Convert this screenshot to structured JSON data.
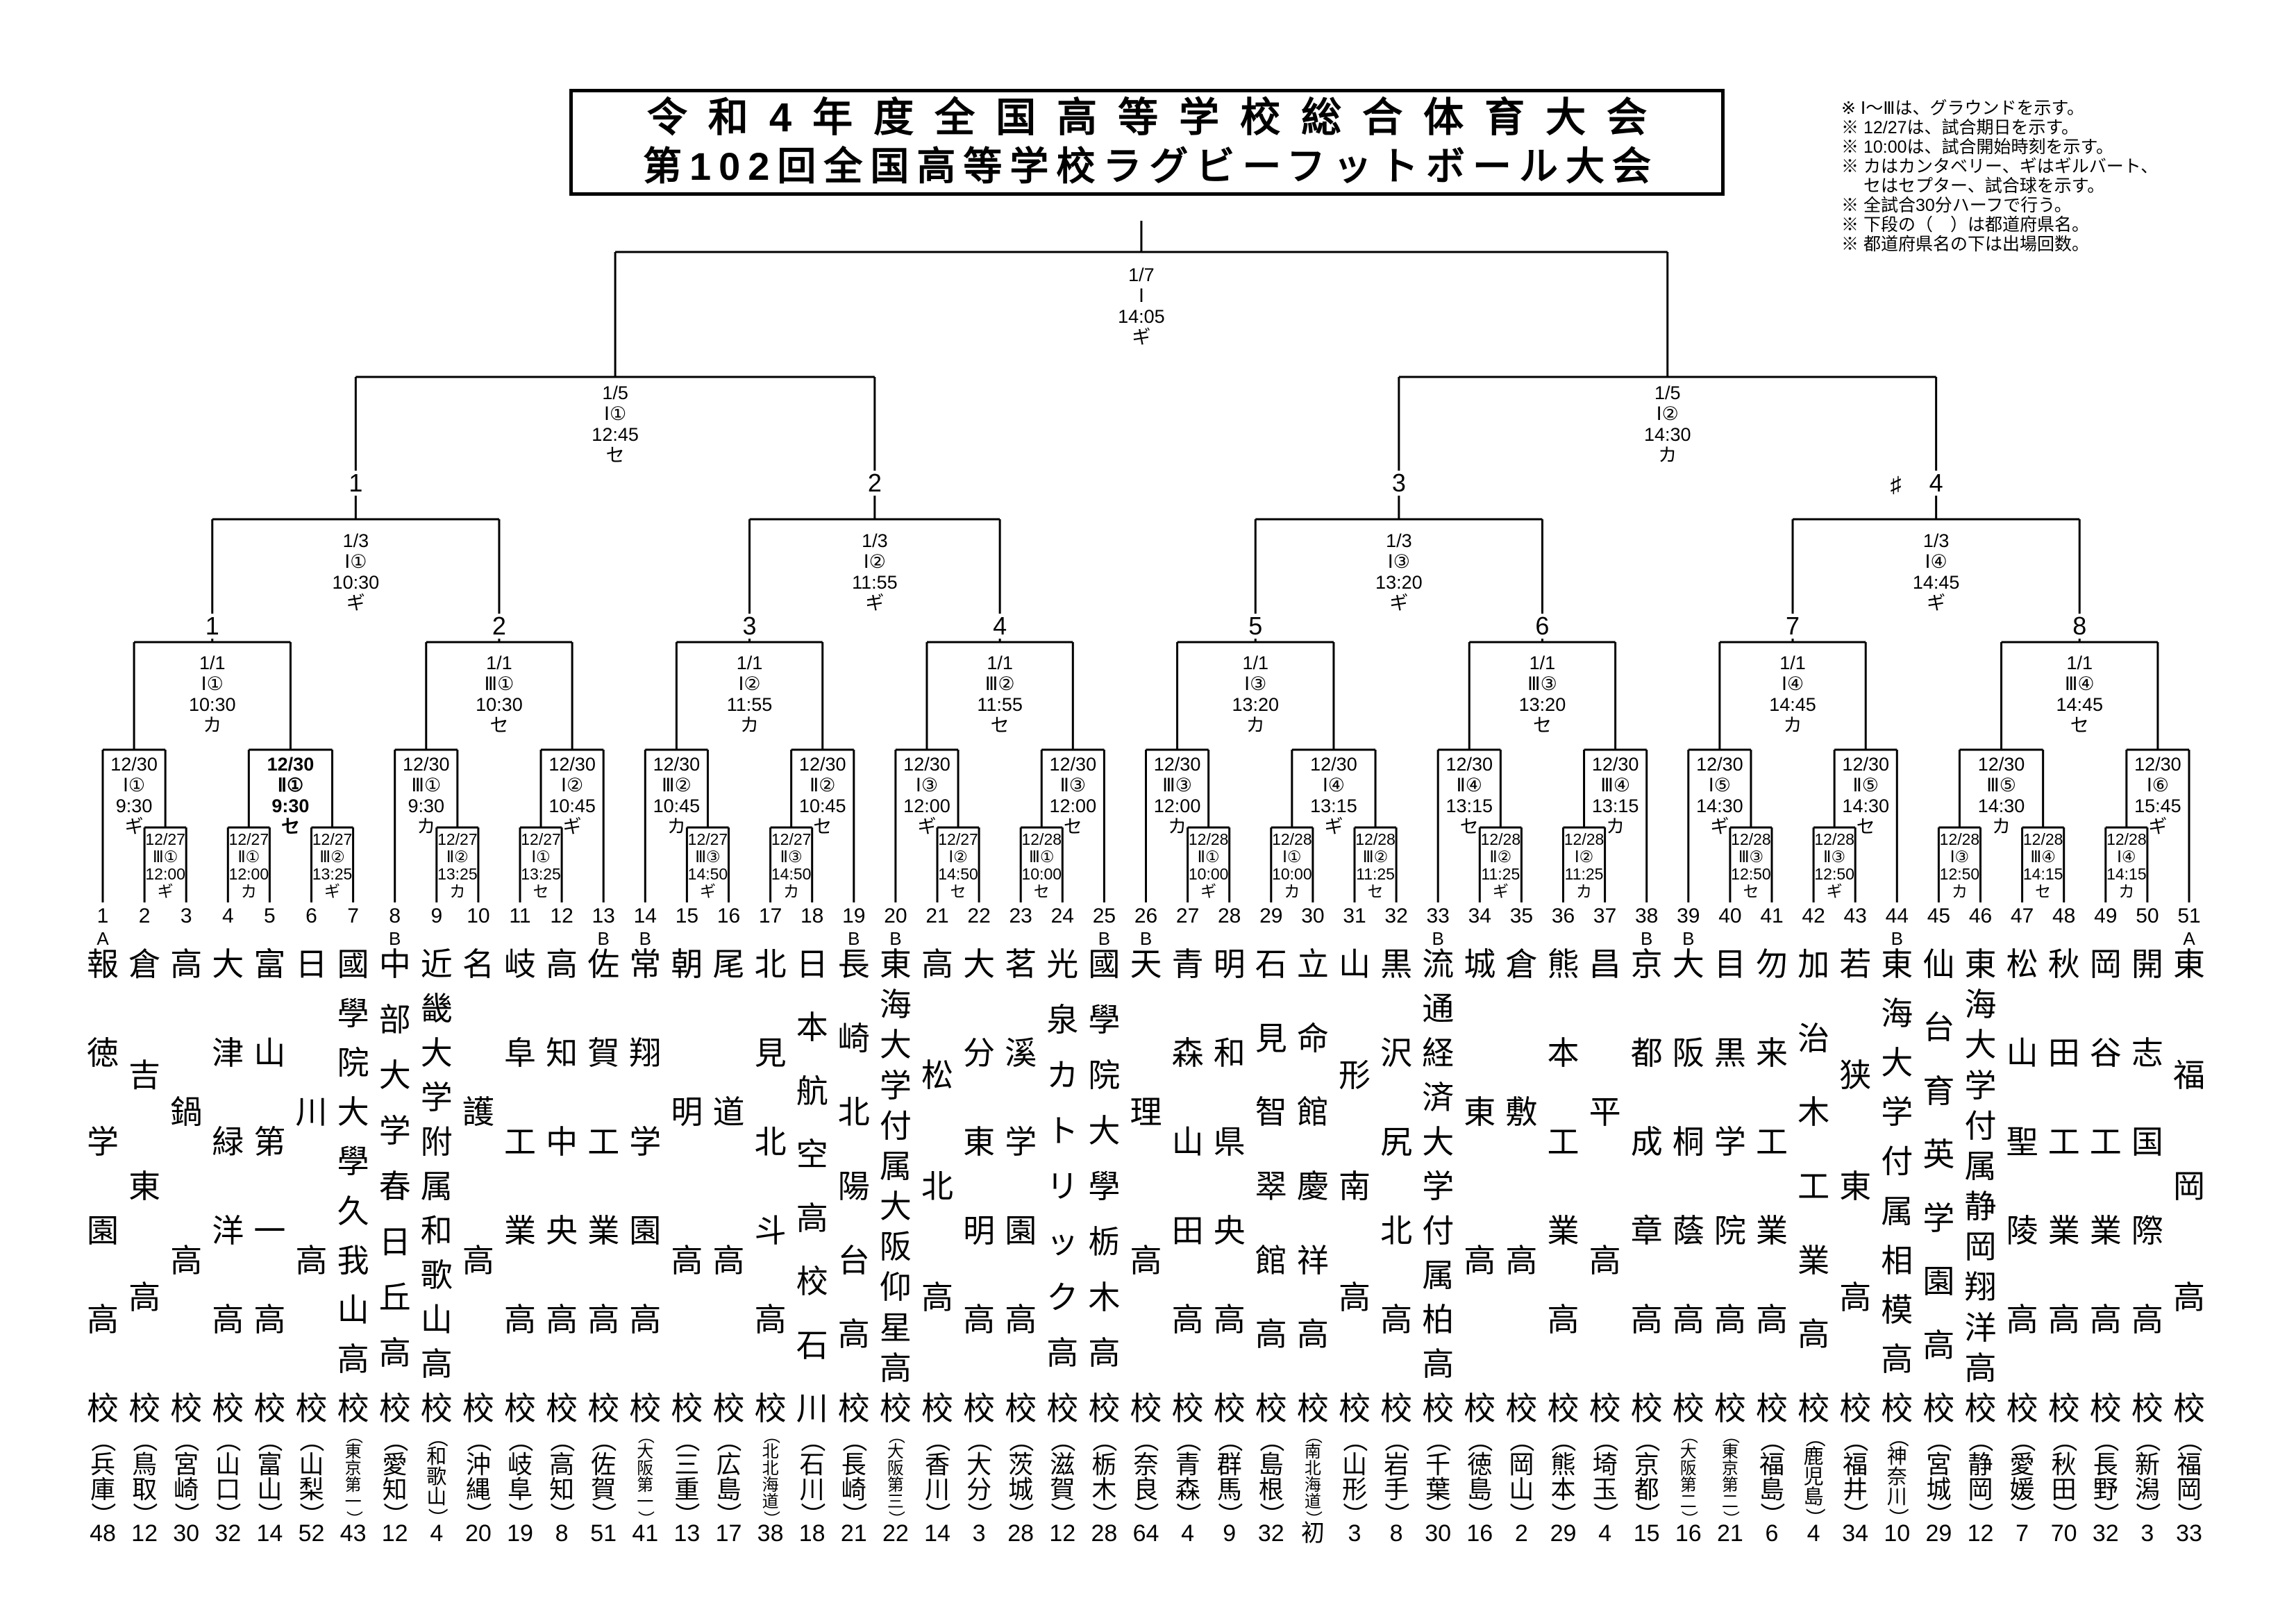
{
  "title": {
    "line1": "令和4年度全国高等学校総合体育大会",
    "line2": "第102回全国高等学校ラグビーフットボール大会"
  },
  "notes": [
    "※ Ⅰ～Ⅲは、グラウンドを示す。",
    "※ 12/27は、試合期日を示す。",
    "※ 10:00は、試合開始時刻を示す。",
    "※ カはカンタベリー、ギはギルバート、",
    "　 セはセプター、試合球を示す。",
    "※ 全試合30分ハーフで行う。",
    "※ 下段の（　）は都道府県名。",
    "※ 都道府県名の下は出場回数。"
  ],
  "final_match": {
    "date": "1/7",
    "ground": "Ⅰ",
    "time": "14:05",
    "ball": "ギ"
  },
  "semifinals": [
    {
      "date": "1/5",
      "ground": "Ⅰ①",
      "time": "12:45",
      "ball": "セ"
    },
    {
      "date": "1/5",
      "ground": "Ⅰ②",
      "time": "14:30",
      "ball": "カ"
    }
  ],
  "quarterfinals": [
    {
      "number": "1",
      "date": "1/3",
      "ground": "Ⅰ①",
      "time": "10:30",
      "ball": "ギ"
    },
    {
      "number": "2",
      "date": "1/3",
      "ground": "Ⅰ②",
      "time": "11:55",
      "ball": "ギ"
    },
    {
      "number": "3",
      "date": "1/3",
      "ground": "Ⅰ③",
      "time": "13:20",
      "ball": "ギ"
    },
    {
      "number": "4",
      "prefix": "♯",
      "date": "1/3",
      "ground": "Ⅰ④",
      "time": "14:45",
      "ball": "ギ"
    }
  ],
  "round_of_16": [
    {
      "number": "1",
      "date": "1/1",
      "ground": "Ⅰ①",
      "time": "10:30",
      "ball": "カ"
    },
    {
      "number": "2",
      "date": "1/1",
      "ground": "Ⅲ①",
      "time": "10:30",
      "ball": "セ"
    },
    {
      "number": "3",
      "date": "1/1",
      "ground": "Ⅰ②",
      "time": "11:55",
      "ball": "カ"
    },
    {
      "number": "4",
      "date": "1/1",
      "ground": "Ⅲ②",
      "time": "11:55",
      "ball": "セ"
    },
    {
      "number": "5",
      "date": "1/1",
      "ground": "Ⅰ③",
      "time": "13:20",
      "ball": "カ"
    },
    {
      "number": "6",
      "date": "1/1",
      "ground": "Ⅲ③",
      "time": "13:20",
      "ball": "セ"
    },
    {
      "number": "7",
      "date": "1/1",
      "ground": "Ⅰ④",
      "time": "14:45",
      "ball": "カ"
    },
    {
      "number": "8",
      "date": "1/1",
      "ground": "Ⅲ④",
      "time": "14:45",
      "ball": "セ"
    }
  ],
  "second_round": [
    {
      "date": "12/30",
      "ground": "Ⅰ①",
      "time": "9:30",
      "ball": "ギ",
      "slots": [
        "T1",
        "F0"
      ]
    },
    {
      "date": "12/30",
      "ground": "Ⅱ①",
      "time": "9:30",
      "ball": "セ",
      "bold": true,
      "slots": [
        "F1",
        "F2"
      ]
    },
    {
      "date": "12/30",
      "ground": "Ⅲ①",
      "time": "9:30",
      "ball": "カ",
      "slots": [
        "T8",
        "F3"
      ]
    },
    {
      "date": "12/30",
      "ground": "Ⅰ②",
      "time": "10:45",
      "ball": "ギ",
      "slots": [
        "F4",
        "T13"
      ]
    },
    {
      "date": "12/30",
      "ground": "Ⅲ②",
      "time": "10:45",
      "ball": "カ",
      "slots": [
        "T14",
        "F5"
      ]
    },
    {
      "date": "12/30",
      "ground": "Ⅱ②",
      "time": "10:45",
      "ball": "セ",
      "slots": [
        "F6",
        "T19"
      ]
    },
    {
      "date": "12/30",
      "ground": "Ⅰ③",
      "time": "12:00",
      "ball": "ギ",
      "slots": [
        "T20",
        "F7"
      ]
    },
    {
      "date": "12/30",
      "ground": "Ⅱ③",
      "time": "12:00",
      "ball": "セ",
      "slots": [
        "F8",
        "T25"
      ]
    },
    {
      "date": "12/30",
      "ground": "Ⅲ③",
      "time": "12:00",
      "ball": "カ",
      "slots": [
        "T26",
        "F9"
      ]
    },
    {
      "date": "12/30",
      "ground": "Ⅰ④",
      "time": "13:15",
      "ball": "ギ",
      "slots": [
        "F10",
        "F11"
      ]
    },
    {
      "date": "12/30",
      "ground": "Ⅱ④",
      "time": "13:15",
      "ball": "セ",
      "slots": [
        "T33",
        "F12"
      ]
    },
    {
      "date": "12/30",
      "ground": "Ⅲ④",
      "time": "13:15",
      "ball": "カ",
      "slots": [
        "F13",
        "T38"
      ]
    },
    {
      "date": "12/30",
      "ground": "Ⅰ⑤",
      "time": "14:30",
      "ball": "ギ",
      "slots": [
        "T39",
        "F14"
      ]
    },
    {
      "date": "12/30",
      "ground": "Ⅱ⑤",
      "time": "14:30",
      "ball": "セ",
      "slots": [
        "F15",
        "T44"
      ]
    },
    {
      "date": "12/30",
      "ground": "Ⅲ⑤",
      "time": "14:30",
      "ball": "カ",
      "slots": [
        "F16",
        "F17"
      ]
    },
    {
      "date": "12/30",
      "ground": "Ⅰ⑥",
      "time": "15:45",
      "ball": "ギ",
      "slots": [
        "F18",
        "T51"
      ]
    }
  ],
  "first_round": [
    {
      "pair": [
        2,
        3
      ],
      "date": "12/27",
      "ground": "Ⅲ①",
      "time": "12:00",
      "ball": "ギ"
    },
    {
      "pair": [
        4,
        5
      ],
      "date": "12/27",
      "ground": "Ⅱ①",
      "time": "12:00",
      "ball": "カ"
    },
    {
      "pair": [
        6,
        7
      ],
      "date": "12/27",
      "ground": "Ⅲ②",
      "time": "13:25",
      "ball": "ギ"
    },
    {
      "pair": [
        9,
        10
      ],
      "date": "12/27",
      "ground": "Ⅱ②",
      "time": "13:25",
      "ball": "カ"
    },
    {
      "pair": [
        11,
        12
      ],
      "date": "12/27",
      "ground": "Ⅰ①",
      "time": "13:25",
      "ball": "セ"
    },
    {
      "pair": [
        15,
        16
      ],
      "date": "12/27",
      "ground": "Ⅲ③",
      "time": "14:50",
      "ball": "ギ"
    },
    {
      "pair": [
        17,
        18
      ],
      "date": "12/27",
      "ground": "Ⅱ③",
      "time": "14:50",
      "ball": "カ"
    },
    {
      "pair": [
        21,
        22
      ],
      "date": "12/27",
      "ground": "Ⅰ②",
      "time": "14:50",
      "ball": "セ"
    },
    {
      "pair": [
        23,
        24
      ],
      "date": "12/28",
      "ground": "Ⅲ①",
      "time": "10:00",
      "ball": "セ"
    },
    {
      "pair": [
        27,
        28
      ],
      "date": "12/28",
      "ground": "Ⅱ①",
      "time": "10:00",
      "ball": "ギ"
    },
    {
      "pair": [
        29,
        30
      ],
      "date": "12/28",
      "ground": "Ⅰ①",
      "time": "10:00",
      "ball": "カ"
    },
    {
      "pair": [
        31,
        32
      ],
      "date": "12/28",
      "ground": "Ⅲ②",
      "time": "11:25",
      "ball": "セ"
    },
    {
      "pair": [
        34,
        35
      ],
      "date": "12/28",
      "ground": "Ⅱ②",
      "time": "11:25",
      "ball": "ギ"
    },
    {
      "pair": [
        36,
        37
      ],
      "date": "12/28",
      "ground": "Ⅰ②",
      "time": "11:25",
      "ball": "カ"
    },
    {
      "pair": [
        40,
        41
      ],
      "date": "12/28",
      "ground": "Ⅲ③",
      "time": "12:50",
      "ball": "セ"
    },
    {
      "pair": [
        42,
        43
      ],
      "date": "12/28",
      "ground": "Ⅱ③",
      "time": "12:50",
      "ball": "ギ"
    },
    {
      "pair": [
        45,
        46
      ],
      "date": "12/28",
      "ground": "Ⅰ③",
      "time": "12:50",
      "ball": "カ"
    },
    {
      "pair": [
        47,
        48
      ],
      "date": "12/28",
      "ground": "Ⅲ④",
      "time": "14:15",
      "ball": "セ"
    },
    {
      "pair": [
        49,
        50
      ],
      "date": "12/28",
      "ground": "Ⅰ④",
      "time": "14:15",
      "ball": "カ"
    }
  ],
  "teams": [
    {
      "no": "1",
      "seed": "A",
      "name": "報徳学園高校",
      "prefecture": "兵庫",
      "appearances": "48"
    },
    {
      "no": "2",
      "seed": "",
      "name": "倉吉東高校",
      "prefecture": "鳥取",
      "appearances": "12"
    },
    {
      "no": "3",
      "seed": "",
      "name": "高鍋高校",
      "prefecture": "宮崎",
      "appearances": "30"
    },
    {
      "no": "4",
      "seed": "",
      "name": "大津緑洋高校",
      "prefecture": "山口",
      "appearances": "32"
    },
    {
      "no": "5",
      "seed": "",
      "name": "富山第一高校",
      "prefecture": "富山",
      "appearances": "14"
    },
    {
      "no": "6",
      "seed": "",
      "name": "日川高校",
      "prefecture": "山梨",
      "appearances": "52"
    },
    {
      "no": "7",
      "seed": "",
      "name": "國學院大學久我山高校",
      "prefecture": "東京第一",
      "appearances": "43"
    },
    {
      "no": "8",
      "seed": "B",
      "name": "中部大学春日丘高校",
      "prefecture": "愛知",
      "appearances": "12"
    },
    {
      "no": "9",
      "seed": "",
      "name": "近畿大学附属和歌山高校",
      "prefecture": "和歌山",
      "appearances": "4"
    },
    {
      "no": "10",
      "seed": "",
      "name": "名護高校",
      "prefecture": "沖縄",
      "appearances": "20"
    },
    {
      "no": "11",
      "seed": "",
      "name": "岐阜工業高校",
      "prefecture": "岐阜",
      "appearances": "19"
    },
    {
      "no": "12",
      "seed": "",
      "name": "高知中央高校",
      "prefecture": "高知",
      "appearances": "8"
    },
    {
      "no": "13",
      "seed": "B",
      "name": "佐賀工業高校",
      "prefecture": "佐賀",
      "appearances": "51"
    },
    {
      "no": "14",
      "seed": "B",
      "name": "常翔学園高校",
      "prefecture": "大阪第一",
      "appearances": "41"
    },
    {
      "no": "15",
      "seed": "",
      "name": "朝明高校",
      "prefecture": "三重",
      "appearances": "13"
    },
    {
      "no": "16",
      "seed": "",
      "name": "尾道高校",
      "prefecture": "広島",
      "appearances": "17"
    },
    {
      "no": "17",
      "seed": "",
      "name": "北見北斗高校",
      "prefecture": "北北海道",
      "appearances": "38"
    },
    {
      "no": "18",
      "seed": "",
      "name": "日本航空高校石川",
      "prefecture": "石川",
      "appearances": "18"
    },
    {
      "no": "19",
      "seed": "B",
      "name": "長崎北陽台高校",
      "prefecture": "長崎",
      "appearances": "21"
    },
    {
      "no": "20",
      "seed": "B",
      "name": "東海大学付属大阪仰星高校",
      "prefecture": "大阪第三",
      "appearances": "22"
    },
    {
      "no": "21",
      "seed": "",
      "name": "高松北高校",
      "prefecture": "香川",
      "appearances": "14"
    },
    {
      "no": "22",
      "seed": "",
      "name": "大分東明高校",
      "prefecture": "大分",
      "appearances": "3"
    },
    {
      "no": "23",
      "seed": "",
      "name": "茗溪学園高校",
      "prefecture": "茨城",
      "appearances": "28"
    },
    {
      "no": "24",
      "seed": "",
      "name": "光泉カトリック高校",
      "prefecture": "滋賀",
      "appearances": "12"
    },
    {
      "no": "25",
      "seed": "B",
      "name": "國學院大學栃木高校",
      "prefecture": "栃木",
      "appearances": "28"
    },
    {
      "no": "26",
      "seed": "B",
      "name": "天理高校",
      "prefecture": "奈良",
      "appearances": "64"
    },
    {
      "no": "27",
      "seed": "",
      "name": "青森山田高校",
      "prefecture": "青森",
      "appearances": "4"
    },
    {
      "no": "28",
      "seed": "",
      "name": "明和県央高校",
      "prefecture": "群馬",
      "appearances": "9"
    },
    {
      "no": "29",
      "seed": "",
      "name": "石見智翠館高校",
      "prefecture": "島根",
      "appearances": "32"
    },
    {
      "no": "30",
      "seed": "",
      "name": "立命館慶祥高校",
      "prefecture": "南北海道",
      "appearances": "初"
    },
    {
      "no": "31",
      "seed": "",
      "name": "山形南高校",
      "prefecture": "山形",
      "appearances": "3"
    },
    {
      "no": "32",
      "seed": "",
      "name": "黒沢尻北高校",
      "prefecture": "岩手",
      "appearances": "8"
    },
    {
      "no": "33",
      "seed": "B",
      "name": "流通経済大学付属柏高校",
      "prefecture": "千葉",
      "appearances": "30"
    },
    {
      "no": "34",
      "seed": "",
      "name": "城東高校",
      "prefecture": "徳島",
      "appearances": "16"
    },
    {
      "no": "35",
      "seed": "",
      "name": "倉敷高校",
      "prefecture": "岡山",
      "appearances": "2"
    },
    {
      "no": "36",
      "seed": "",
      "name": "熊本工業高校",
      "prefecture": "熊本",
      "appearances": "29"
    },
    {
      "no": "37",
      "seed": "",
      "name": "昌平高校",
      "prefecture": "埼玉",
      "appearances": "4"
    },
    {
      "no": "38",
      "seed": "B",
      "name": "京都成章高校",
      "prefecture": "京都",
      "appearances": "15"
    },
    {
      "no": "39",
      "seed": "B",
      "name": "大阪桐蔭高校",
      "prefecture": "大阪第二",
      "appearances": "16"
    },
    {
      "no": "40",
      "seed": "",
      "name": "目黒学院高校",
      "prefecture": "東京第二",
      "appearances": "21"
    },
    {
      "no": "41",
      "seed": "",
      "name": "勿来工業高校",
      "prefecture": "福島",
      "appearances": "6"
    },
    {
      "no": "42",
      "seed": "",
      "name": "加治木工業高校",
      "prefecture": "鹿児島",
      "appearances": "4"
    },
    {
      "no": "43",
      "seed": "",
      "name": "若狭東高校",
      "prefecture": "福井",
      "appearances": "34"
    },
    {
      "no": "44",
      "seed": "B",
      "name": "東海大学付属相模高校",
      "prefecture": "神奈川",
      "appearances": "10"
    },
    {
      "no": "45",
      "seed": "",
      "name": "仙台育英学園高校",
      "prefecture": "宮城",
      "appearances": "29"
    },
    {
      "no": "46",
      "seed": "",
      "name": "東海大学付属静岡翔洋高校",
      "prefecture": "静岡",
      "appearances": "12"
    },
    {
      "no": "47",
      "seed": "",
      "name": "松山聖陵高校",
      "prefecture": "愛媛",
      "appearances": "7"
    },
    {
      "no": "48",
      "seed": "",
      "name": "秋田工業高校",
      "prefecture": "秋田",
      "appearances": "70"
    },
    {
      "no": "49",
      "seed": "",
      "name": "岡谷工業高校",
      "prefecture": "長野",
      "appearances": "32"
    },
    {
      "no": "50",
      "seed": "",
      "name": "開志国際高校",
      "prefecture": "新潟",
      "appearances": "3"
    },
    {
      "no": "51",
      "seed": "A",
      "name": "東福岡高校",
      "prefecture": "福岡",
      "appearances": "33"
    }
  ]
}
